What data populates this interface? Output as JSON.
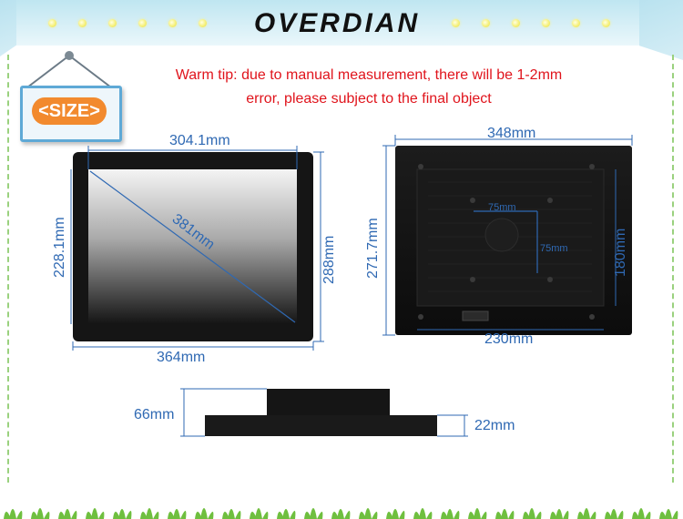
{
  "banner": {
    "brand": "OVERDIAN"
  },
  "sign": {
    "label": "<SIZE>"
  },
  "tip": {
    "line1": "Warm tip: due to manual measurement, there will be 1-2mm",
    "line2": "error, please subject to the final object"
  },
  "front_view": {
    "screen_width": "304.1mm",
    "screen_height": "228.1mm",
    "diagonal": "381mm",
    "outer_height": "288mm",
    "outer_width": "364mm"
  },
  "back_view": {
    "outer_width": "348mm",
    "outer_height": "271.7mm",
    "mount_height": "180mm",
    "mount_width": "230mm",
    "vesa_h": "75mm",
    "vesa_v": "75mm"
  },
  "side_view": {
    "total_depth": "66mm",
    "panel_depth": "22mm"
  },
  "colors": {
    "dimension_text": "#2f69b3",
    "tip_text": "#e0141c",
    "sign_label": "#f28a2e",
    "banner": "#cdebf4",
    "device": "#141414"
  },
  "icons": {
    "bulbs": "light-bulb-icon",
    "grass": "grass-icon"
  }
}
